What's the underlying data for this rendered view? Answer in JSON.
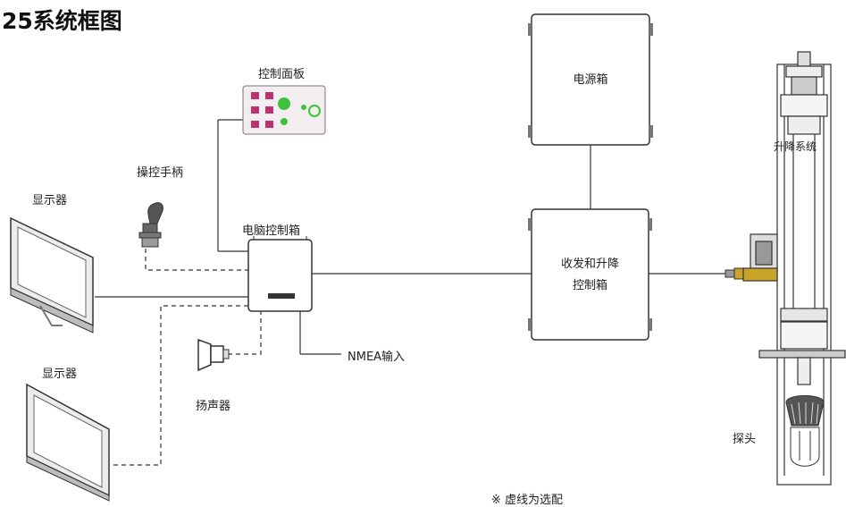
{
  "title": "25系统框图",
  "labels": {
    "control_panel": "控制面板",
    "handle": "操控手柄",
    "display_top": "显示器",
    "display_bottom": "显示器",
    "computer_box": "电脑控制箱",
    "speaker": "扬声器",
    "nmea": "NMEA输入",
    "power_box": "电源箱",
    "transceiver_box_line1": "收发和升降",
    "transceiver_box_line2": "控制箱",
    "lift_system": "升降系统",
    "probe": "探头",
    "note": "※  虚线为选配"
  },
  "colors": {
    "line": "#333333",
    "box_fill": "#ffffff",
    "panel_fill": "#f2eef0",
    "button_magenta": "#c0306f",
    "button_green": "#3cc23c",
    "grey": "#bdbdbd"
  }
}
